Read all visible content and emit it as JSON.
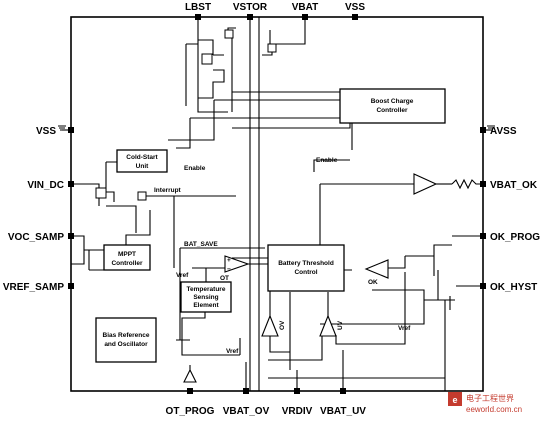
{
  "pins": {
    "lbst": "LBST",
    "vstor": "VSTOR",
    "vbat": "VBAT",
    "vss_top": "VSS",
    "vss_left": "VSS",
    "vin_dc": "VIN_DC",
    "voc_samp": "VOC_SAMP",
    "vref_samp": "VREF_SAMP",
    "avss": "AVSS",
    "vbat_ok": "VBAT_OK",
    "ok_prog": "OK_PROG",
    "ok_hyst": "OK_HYST",
    "ot_prog": "OT_PROG",
    "vbat_ov": "VBAT_OV",
    "vrdiv": "VRDIV",
    "vbat_uv": "VBAT_UV"
  },
  "blocks": {
    "boost": [
      "Boost Charge",
      "Controller"
    ],
    "cold_start": [
      "Cold-Start",
      "Unit"
    ],
    "mppt": [
      "MPPT",
      "Controller"
    ],
    "battery": [
      "Battery Threshold",
      "Control"
    ],
    "temp": [
      "Temperature",
      "Sensing",
      "Element"
    ],
    "bias": [
      "Bias Reference",
      "and Oscillator"
    ]
  },
  "signals": {
    "enable_cs": "Enable",
    "enable_boost": "Enable",
    "interrupt": "Interrupt",
    "bat_save": "BAT_SAVE",
    "vref_temp": "Vref",
    "ot": "OT",
    "ok": "OK",
    "vref_right": "Vref",
    "vref_bottom": "Vref",
    "ov": "OV",
    "uv": "UV"
  },
  "watermark": {
    "logo_text": "电子工程世界",
    "url": "eeworld.com.cn"
  }
}
